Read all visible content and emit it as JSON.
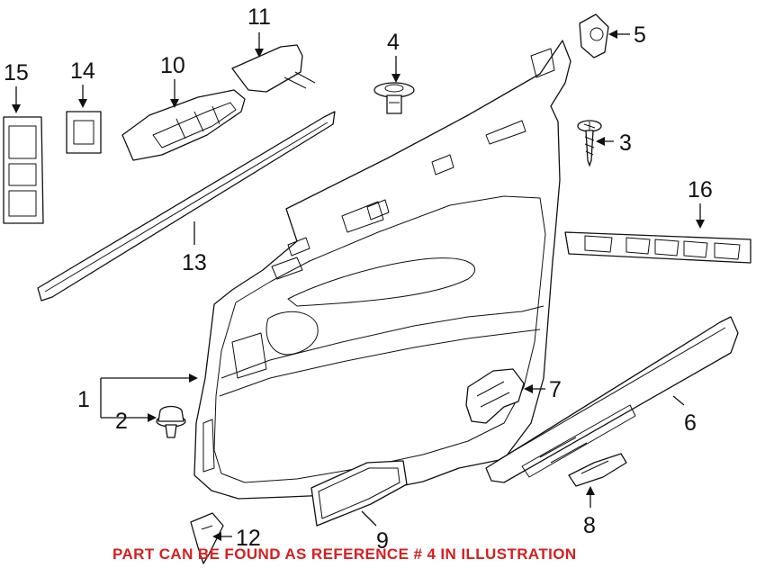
{
  "callouts": {
    "c1": "1",
    "c2": "2",
    "c3": "3",
    "c4": "4",
    "c5": "5",
    "c6": "6",
    "c7": "7",
    "c8": "8",
    "c9": "9",
    "c10": "10",
    "c11": "11",
    "c12": "12",
    "c13": "13",
    "c14": "14",
    "c15": "15",
    "c16": "16"
  },
  "note": "PART CAN BE FOUND AS REFERENCE # 4 IN ILLUSTRATION",
  "colors": {
    "note": "#d42020",
    "line": "#111111"
  }
}
